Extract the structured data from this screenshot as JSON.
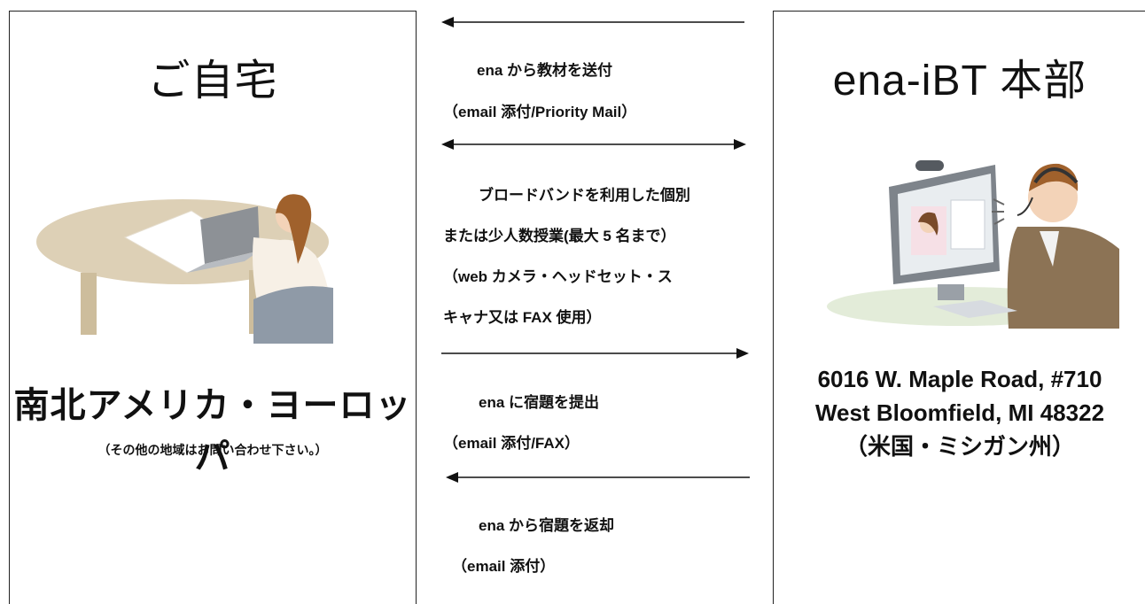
{
  "left_panel": {
    "title": "ご自宅",
    "region": "南北アメリカ・ヨーロッパ",
    "note": "（その他の地域はお問い合わせ下さい。）"
  },
  "right_panel": {
    "title": "ena-iBT 本部",
    "address_line1": "6016 W. Maple Road, #710",
    "address_line2": "West Bloomfield, MI 48322",
    "address_line3": "（米国・ミシガン州）"
  },
  "flows": {
    "materials_line1": "ena から教材を送付",
    "materials_line2": "（email 添付/Priority Mail）",
    "lessons_line1": "ブロードバンドを利用した個別",
    "lessons_line2": "または少人数授業(最大 5 名まで）",
    "lessons_line3": "（web カメラ・ヘッドセット・ス",
    "lessons_line4": "キャナ又は FAX 使用）",
    "submit_line1": "ena に宿題を提出",
    "submit_line2": "（email 添付/FAX）",
    "return_line1": "ena から宿題を返却",
    "return_line2": "（email 添付）"
  },
  "colors": {
    "line": "#111111",
    "table": "#d8cbb0",
    "monitor": "#8a8f96",
    "skin": "#f3d3b8",
    "hair": "#a0612c",
    "suit": "#8c7355"
  }
}
